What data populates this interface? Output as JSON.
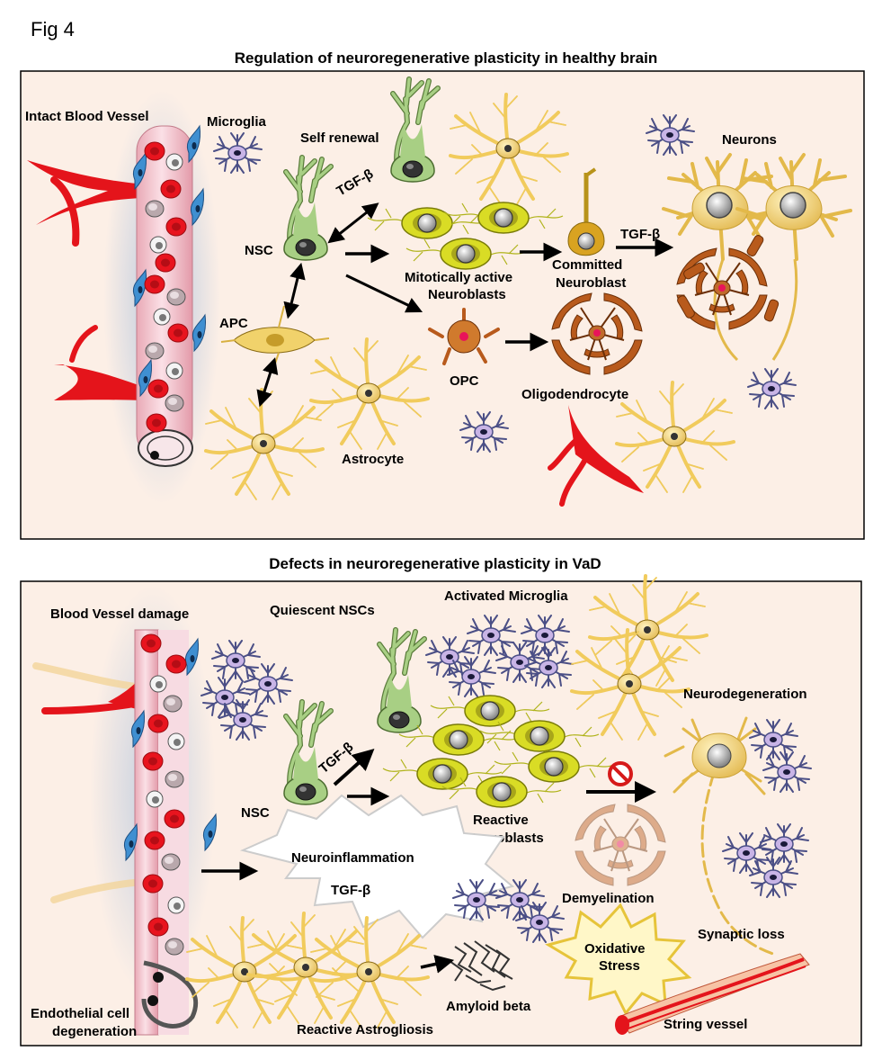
{
  "figure_label": "Fig 4",
  "top_panel": {
    "title": "Regulation of neuroregenerative plasticity in healthy brain",
    "labels": {
      "intact_vessel": "Intact Blood Vessel",
      "microglia": "Microglia",
      "self_renewal": "Self renewal",
      "neurons": "Neurons",
      "tgf_beta_1": "TGF-β",
      "tgf_beta_2": "TGF-β",
      "nsc": "NSC",
      "mitotic_line1": "Mitotically  active",
      "mitotic_line2": "Neuroblasts",
      "committed_line1": "Committed",
      "committed_line2": "Neuroblast",
      "apc": "APC",
      "opc": "OPC",
      "oligodendrocyte": "Oligodendrocyte",
      "astrocyte": "Astrocyte"
    }
  },
  "bottom_panel": {
    "title": "Defects in neuroregenerative plasticity in VaD",
    "labels": {
      "vessel_damage": "Blood Vessel damage",
      "quiescent": "Quiescent NSCs",
      "activated_microglia": "Activated Microglia",
      "neurodegeneration": "Neurodegeneration",
      "tgf_beta_1": "TGF-β",
      "nsc": "NSC",
      "reactive_nb_line1": "Reactive",
      "reactive_nb_line2": "Neuroblasts",
      "neuroinflammation": "Neuroinflammation",
      "tgf_beta_2": "TGF-β",
      "demyelination": "Demyelination",
      "oxidative_line1": "Oxidative",
      "oxidative_line2": "Stress",
      "synaptic_loss": "Synaptic loss",
      "endo_line1": "Endothelial cell",
      "endo_line2": "degeneration",
      "reactive_astro": "Reactive  Astrogliosis",
      "amyloid": "Amyloid beta",
      "string_vessel": "String vessel"
    }
  },
  "colors": {
    "panel_bg": "#fcefe6",
    "vessel": "#f2c6cf",
    "rbc": "#e8141e",
    "endothelium": "#3f8fd1",
    "nsc": "#9ec77a",
    "neuroblast": "#d9dc25",
    "neuron": "#f2d174",
    "astrocyte": "#f3d37a",
    "oligo": "#b85a1c",
    "microglia": "#4b4f86",
    "artery": "#e4141b"
  }
}
